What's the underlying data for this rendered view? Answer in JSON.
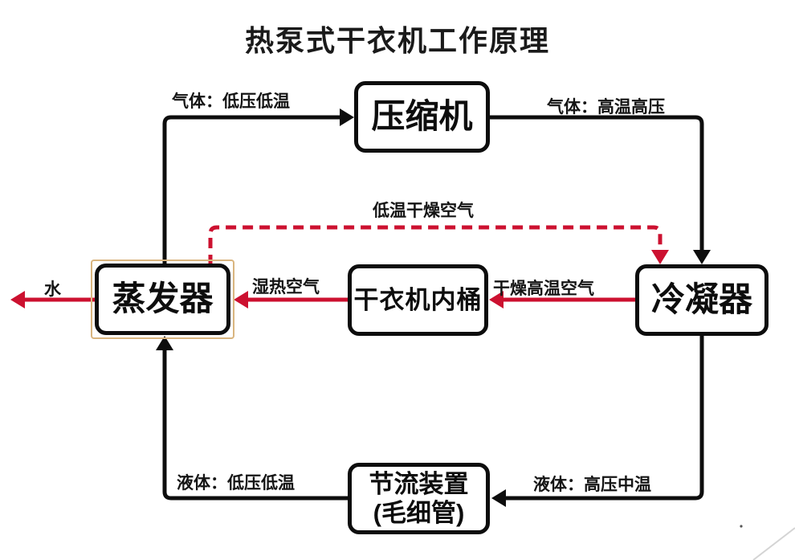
{
  "title": "热泵式干衣机工作原理",
  "colors": {
    "line_black": "#0d0d0d",
    "line_red": "#cc1130",
    "evaporator_highlight": "#d9b57f",
    "background": "#ffffff"
  },
  "nodes": {
    "compressor": {
      "label": "压缩机"
    },
    "evaporator": {
      "label": "蒸发器"
    },
    "drum": {
      "label": "干衣机内桶"
    },
    "condenser": {
      "label": "冷凝器"
    },
    "throttle": {
      "label": "节流装置",
      "label2": "(毛细管)"
    }
  },
  "edges": {
    "gas_low": "气体：低压低温",
    "gas_high": "气体：高温高压",
    "dry_cool_air": "低温干燥空气",
    "wet_hot_air": "湿热空气",
    "dry_hot_air": "干燥高温空气",
    "water": "水",
    "liquid_low": "液体：低压低温",
    "liquid_high": "液体：高压中温"
  }
}
